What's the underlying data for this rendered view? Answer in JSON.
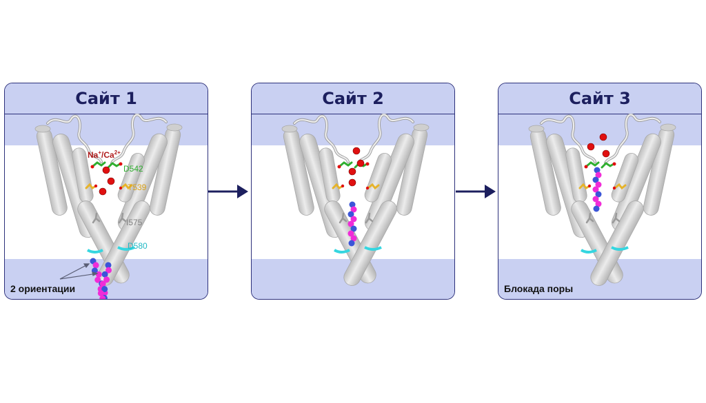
{
  "panels": [
    {
      "title": "Сайт 1",
      "caption": "2 ориентации",
      "labels": {
        "ion_base": "Na",
        "ion_sup1": "+",
        "ion_sep": "/Ca",
        "ion_sup2": "2+",
        "d542": "D542",
        "t539": "T539",
        "i575": "I575",
        "d580": "D580"
      }
    },
    {
      "title": "Сайт 2",
      "caption": ""
    },
    {
      "title": "Сайт 3",
      "caption": "Блокада поры"
    }
  ],
  "colors": {
    "panel_border": "#2b2f7a",
    "membrane_band": "#c9d0f2",
    "title_text": "#1c1f5e",
    "helix": "#dcdcdc",
    "ion": "#e01010",
    "d542_residue": "#2fae2f",
    "t539_residue": "#e6b32a",
    "d580_ring": "#35d6e0",
    "ion_label": "#b01c1c",
    "i575_label": "#808080",
    "ligand_pink": "#f02cd8",
    "ligand_blue": "#3b55d8",
    "arrow": "#1c1f5e"
  }
}
